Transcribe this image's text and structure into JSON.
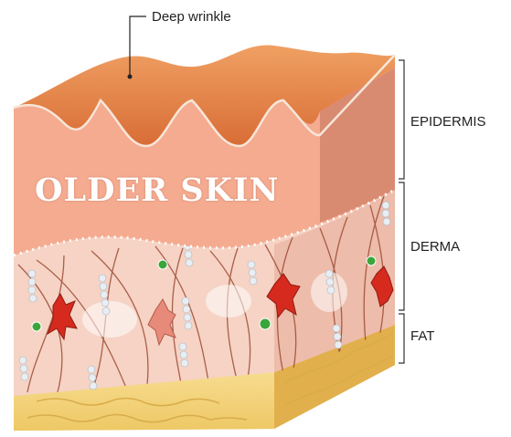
{
  "title": "OLDER SKIN",
  "labels": {
    "wrinkle": "Deep wrinkle",
    "epidermis": "EPIDERMIS",
    "derma": "DERMA",
    "fat": "FAT"
  },
  "colors": {
    "epidermis_top": "#e6874b",
    "epidermis_body": "#f3a98e",
    "epidermis_side": "#d98b72",
    "derma": "#f5cdbd",
    "derma_side": "#e3a896",
    "fat": "#f3d37c",
    "fat_side": "#e2b554",
    "fibroblast": "#d62a1e",
    "green_cell": "#3aa63a",
    "fiber": "#9a4a36"
  }
}
